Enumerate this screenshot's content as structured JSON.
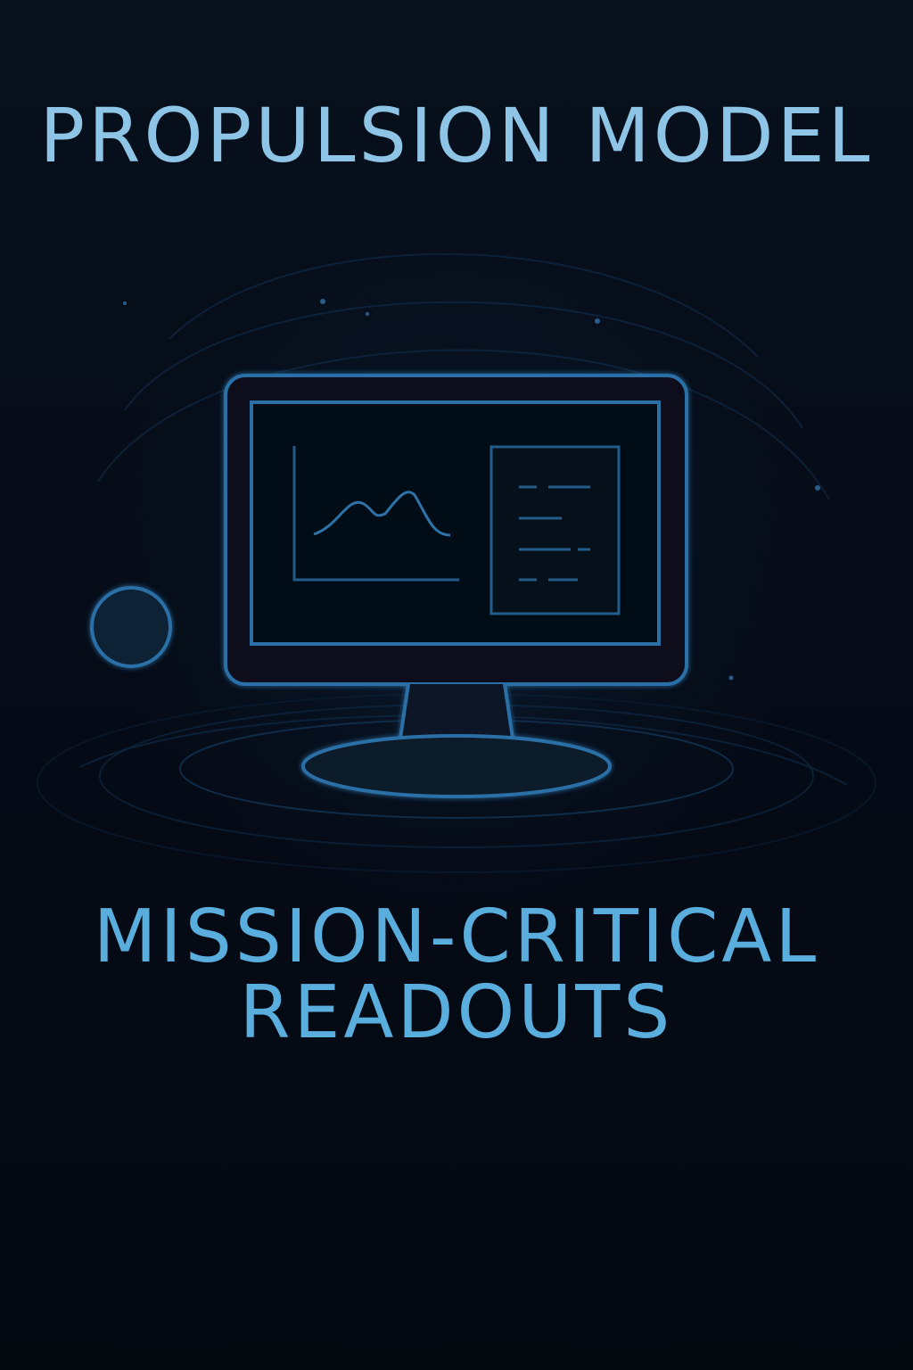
{
  "poster": {
    "title": "PROPULSION MODEL",
    "subtitle_line1": "MISSION-CRITICAL",
    "subtitle_line2": "READOUTS"
  },
  "illustration": {
    "icon": "monitor-icon",
    "screen_contents": [
      "line-chart-icon",
      "document-list-icon"
    ],
    "accent_icon": "circle-icon"
  },
  "colors": {
    "background": "#050a14",
    "title": "#8ec4e6",
    "subtitle": "#5aaedd",
    "line_art": "#2b6fa6"
  }
}
